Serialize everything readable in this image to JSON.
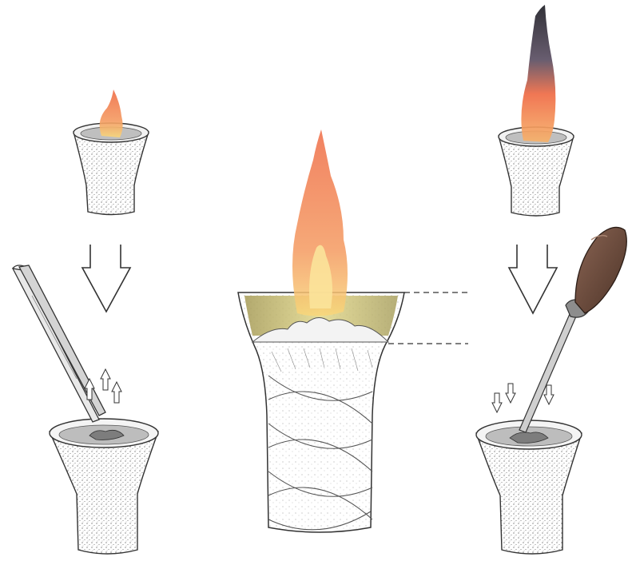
{
  "illustration": {
    "panels": [
      {
        "id": "left-top",
        "flame": "small"
      },
      {
        "id": "left-bottom",
        "tool": "tweezers",
        "arrows": "up"
      },
      {
        "id": "center",
        "flame": "large",
        "fuel": "wick-wrapped"
      },
      {
        "id": "right-top",
        "flame": "sooty"
      },
      {
        "id": "right-bottom",
        "tool": "screwdriver",
        "arrows": "down"
      }
    ],
    "colors": {
      "flame_outer": "#ef6b45",
      "flame_inner": "#f9d77a",
      "soot": "#2a2a30",
      "cup_stipple": "#444444",
      "wax": "#d9cd78",
      "handle": "#6b4a3a"
    }
  }
}
